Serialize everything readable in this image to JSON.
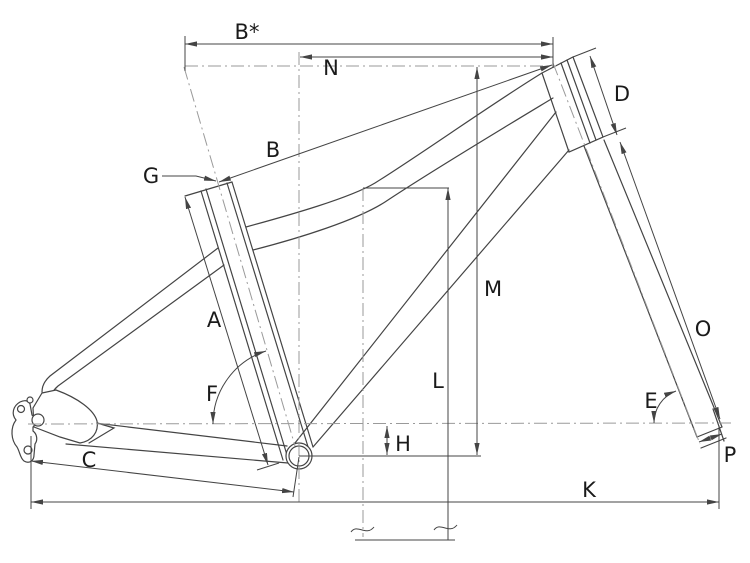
{
  "dims": {
    "Bstar": "B*",
    "N": "N",
    "B": "B",
    "G": "G",
    "D": "D",
    "A": "A",
    "M": "M",
    "L": "L",
    "F": "F",
    "E": "E",
    "H": "H",
    "O": "O",
    "P": "P",
    "C": "C",
    "K": "K"
  },
  "colors": {
    "line": "#444444",
    "centerline": "#9a9a9a",
    "label": "#1a1a1a",
    "background": "#ffffff"
  }
}
